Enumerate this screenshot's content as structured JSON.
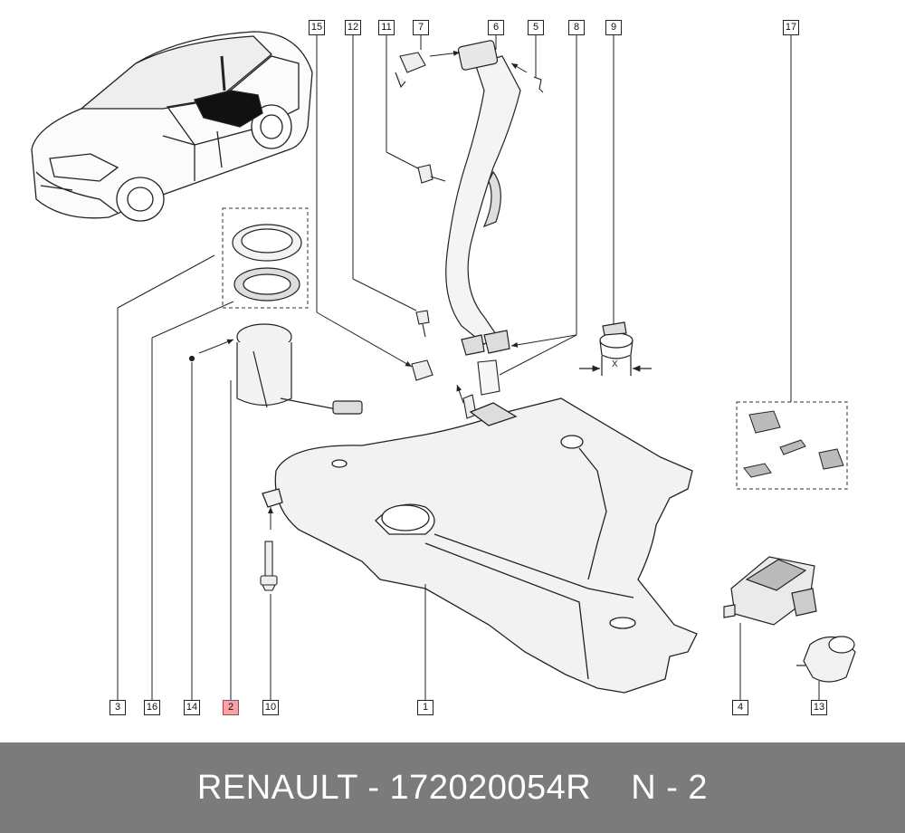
{
  "callouts": {
    "c1": "1",
    "c2": "2",
    "c3": "3",
    "c4": "4",
    "c5": "5",
    "c6": "6",
    "c7": "7",
    "c8": "8",
    "c9": "9",
    "c10": "10",
    "c11": "11",
    "c12": "12",
    "c13": "13",
    "c14": "14",
    "c15": "15",
    "c16": "16",
    "c17": "17"
  },
  "highlighted_callout": "2",
  "dimension_label": "X",
  "footer": {
    "part_text": "RENAULT - 172020054R",
    "ref_text": "N - 2"
  },
  "colors": {
    "highlight_fill": "#f4a3a8",
    "highlight_border": "#c0393f",
    "footer_bg": "#7b7b7b",
    "footer_text": "#ffffff"
  }
}
